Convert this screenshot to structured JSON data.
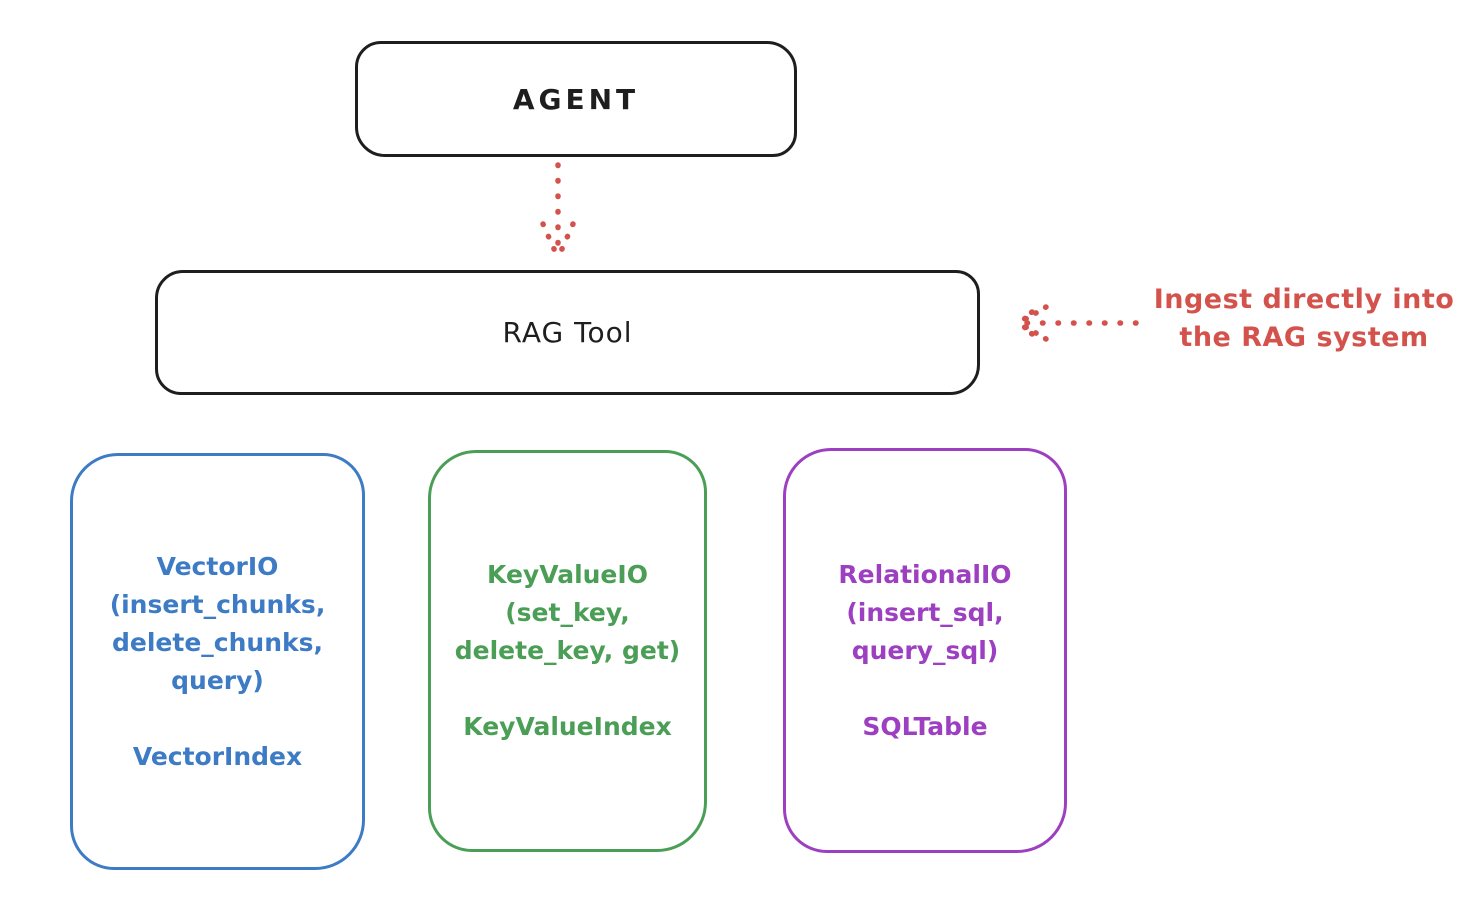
{
  "nodes": {
    "agent": {
      "label": "AGENT"
    },
    "rag_tool": {
      "label": "RAG Tool"
    }
  },
  "annotation": {
    "line1": "Ingest directly into",
    "line2": "the RAG system",
    "color": "#d4524c"
  },
  "arrows": {
    "agent_to_rag": {
      "style": "dotted",
      "color": "#d4524c"
    },
    "annotation_to_rag": {
      "style": "dotted",
      "color": "#d4524c"
    }
  },
  "backends": [
    {
      "id": "vector-io",
      "body": "VectorIO\n(insert_chunks,\ndelete_chunks,\nquery)",
      "index_label": "VectorIndex",
      "color": "#3d7bc4"
    },
    {
      "id": "keyvalue-io",
      "body": "KeyValueIO\n(set_key,\ndelete_key, get)",
      "index_label": "KeyValueIndex",
      "color": "#4a9e55"
    },
    {
      "id": "relational-io",
      "body": "RelationalIO\n(insert_sql,\nquery_sql)",
      "index_label": "SQLTable",
      "color": "#9c3fc0"
    }
  ],
  "colors": {
    "node_stroke": "#1e1e1e",
    "background": "#ffffff"
  }
}
